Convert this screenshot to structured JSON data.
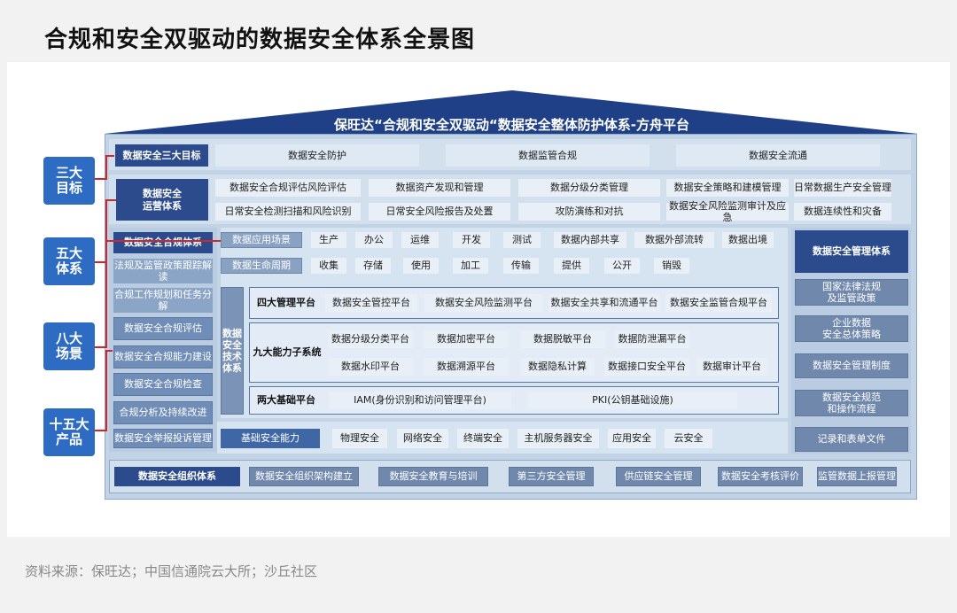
{
  "header": {
    "title": "合规和安全双驱动的数据安全体系全景图"
  },
  "footer": {
    "source": "资料来源：保旺达；中国信通院云大所；沙丘社区"
  },
  "roof": {
    "title": "保旺达“合规和安全双驱动“数据安全整体防护体系-方舟平台"
  },
  "side_labels": [
    "三大\n目标",
    "五大\n体系",
    "八大\n场景",
    "十五大\n产品"
  ],
  "goals": {
    "label": "数据安全三大目标",
    "items": [
      "数据安全防护",
      "数据监管合规",
      "数据安全流通"
    ]
  },
  "ops": {
    "label": "数据安全\n运营体系",
    "row1": [
      "数据安全合规评估风险评估",
      "数据资产发现和管理",
      "数据分级分类管理",
      "数据安全策略和建模管理",
      "日常数据生产安全管理"
    ],
    "row2": [
      "日常安全检测扫描和风险识别",
      "日常安全风险报告及处置",
      "攻防演练和对抗",
      "数据安全风险监测审计及应急",
      "数据连续性和灾备"
    ]
  },
  "compliance": {
    "label": "数据安全合规体系",
    "items": [
      "法规及监管政策跟踪解读",
      "合规工作规划和任务分解",
      "数据安全合规评估",
      "数据安全合规能力建设",
      "数据安全合规检查",
      "合规分析及持续改进",
      "数据安全举报投诉管理"
    ]
  },
  "scenarios": {
    "label": "数据应用场景",
    "items": [
      "生产",
      "办公",
      "运维",
      "开发",
      "测试",
      "数据内部共享",
      "数据外部流转",
      "数据出境"
    ]
  },
  "lifecycle": {
    "label": "数据生命周期",
    "items": [
      "收集",
      "存储",
      "使用",
      "加工",
      "传输",
      "提供",
      "公开",
      "销毁"
    ]
  },
  "tech": {
    "label": "数据\n安全\n技术\n体系",
    "mgmt": {
      "label": "四大管理平台",
      "items": [
        "数据安全管控平台",
        "数据安全风险监测平台",
        "数据安全共享和流通平台",
        "数据安全监管合规平台"
      ]
    },
    "cap": {
      "label": "九大能力子系统",
      "row1": [
        "数据分级分类平台",
        "数据加密平台",
        "数据脱敏平台",
        "数据防泄漏平台"
      ],
      "row2": [
        "数据水印平台",
        "数据溯源平台",
        "数据隐私计算",
        "数据接口安全平台",
        "数据审计平台"
      ]
    },
    "base": {
      "label": "两大基础平台",
      "items": [
        "IAM(身份识别和访问管理平台)",
        "PKI(公钥基础设施)"
      ]
    }
  },
  "basic": {
    "label": "基础安全能力",
    "items": [
      "物理安全",
      "网络安全",
      "终端安全",
      "主机服务器安全",
      "应用安全",
      "云安全"
    ]
  },
  "management": {
    "label": "数据安全管理体系",
    "items": [
      "国家法律法规\n及监管政策",
      "企业数据\n安全总体策略",
      "数据安全管理制度",
      "数据安全规范\n和操作流程",
      "记录和表单文件"
    ]
  },
  "org": {
    "label": "数据安全组织体系",
    "items": [
      "数据安全组织架构建立",
      "数据安全教育与培训",
      "第三方安全管理",
      "供应链安全管理",
      "数据安全考核评价",
      "监管数据上报管理"
    ]
  },
  "colors": {
    "roof": "#1f3f86",
    "dark": "#2c4b8c",
    "accent_red": "#d0262a",
    "side": "#2e6bc3"
  }
}
